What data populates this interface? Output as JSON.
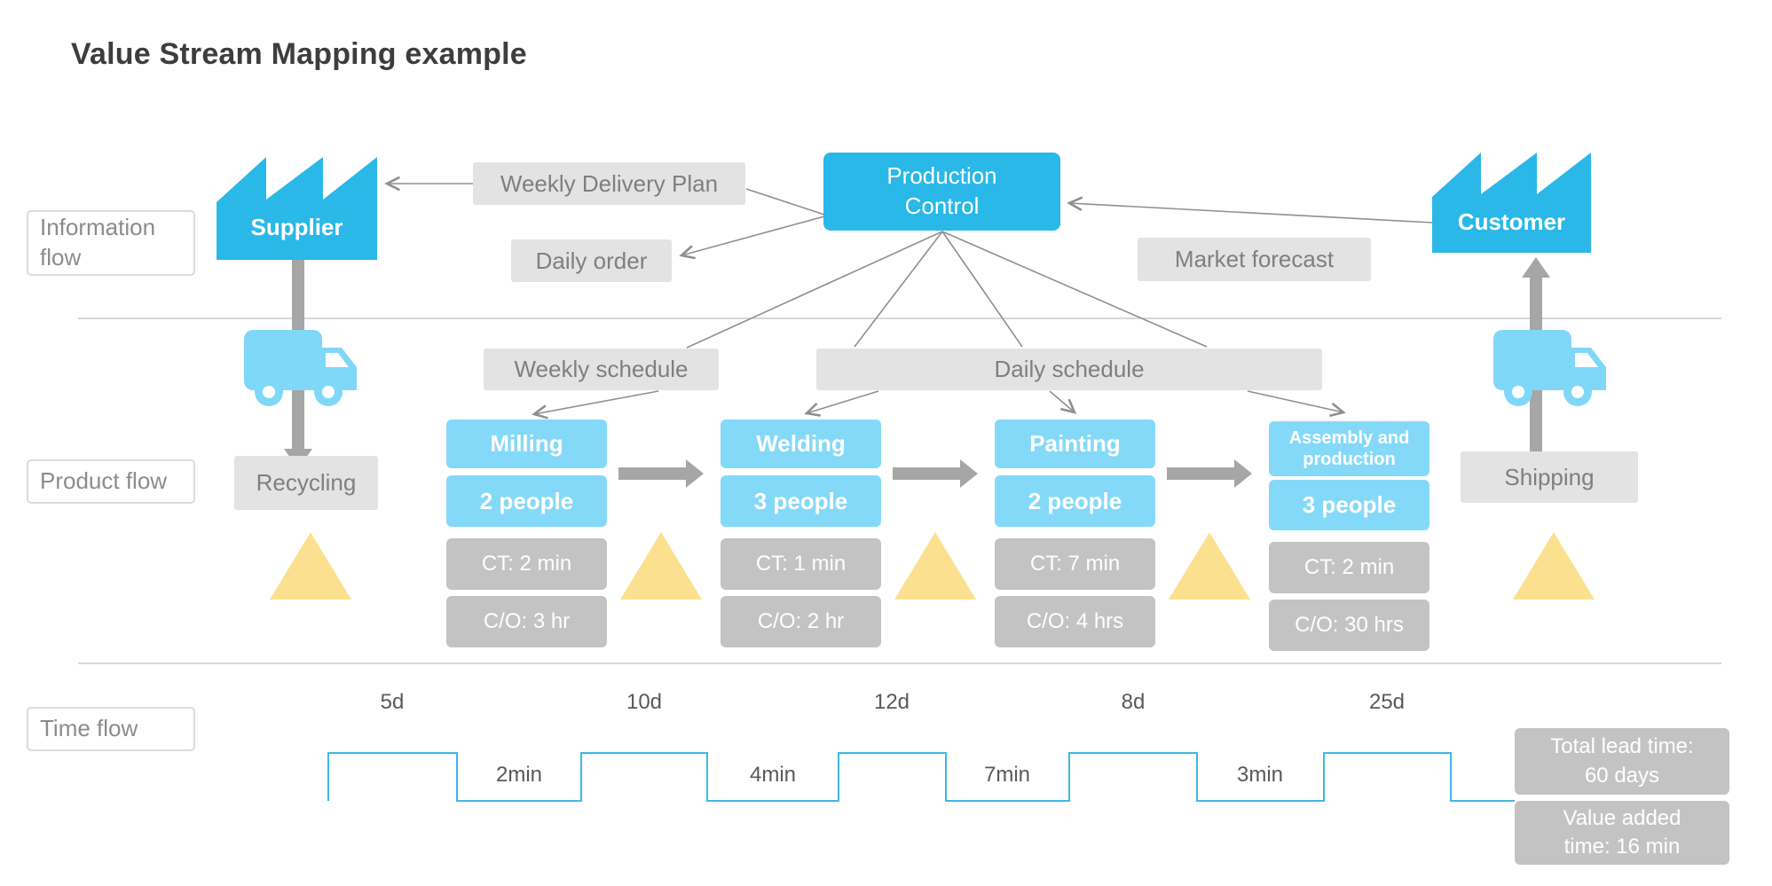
{
  "title": "Value Stream Mapping example",
  "colors": {
    "accent_blue": "#29b8e8",
    "light_blue": "#85d9f8",
    "box_gray": "#e3e3e3",
    "data_gray": "#c3c3c3",
    "inventory_yellow": "#fbe18f",
    "timeline_blue": "#41b6e6",
    "arrow_gray": "#a6a6a6"
  },
  "row_labels": {
    "information": "Information\nflow",
    "product": "Product flow",
    "time": "Time flow"
  },
  "info_flow": {
    "supplier_label": "Supplier",
    "customer_label": "Customer",
    "production_control": "Production\nControl",
    "weekly_delivery_plan": "Weekly Delivery Plan",
    "daily_order": "Daily order",
    "market_forecast": "Market forecast",
    "weekly_schedule": "Weekly schedule",
    "daily_schedule": "Daily schedule"
  },
  "product_flow": {
    "recycling": "Recycling",
    "shipping": "Shipping",
    "processes": [
      {
        "title": "Milling",
        "people": "2 people",
        "ct": "CT: 2 min",
        "co": "C/O: 3 hr"
      },
      {
        "title": "Welding",
        "people": "3 people",
        "ct": "CT: 1 min",
        "co": "C/O: 2 hr"
      },
      {
        "title": "Painting",
        "people": "2 people",
        "ct": "CT: 7 min",
        "co": "C/O: 4 hrs"
      },
      {
        "title": "Assembly and\nproduction",
        "people": "3 people",
        "ct": "CT: 2 min",
        "co": "C/O: 30 hrs"
      }
    ]
  },
  "time_flow": {
    "day_labels": [
      "5d",
      "10d",
      "12d",
      "8d",
      "25d"
    ],
    "min_labels": [
      "2min",
      "4min",
      "7min",
      "3min"
    ],
    "total_lead_time": "Total lead time:\n60 days",
    "value_added_time": "Value added\ntime: 16 min"
  }
}
